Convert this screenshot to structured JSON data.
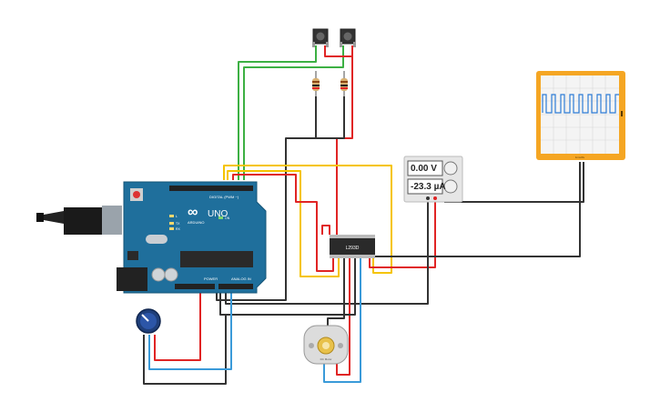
{
  "arduino": {
    "logo": "∞",
    "brand": "ARDUINO",
    "model": "UNO",
    "digital_label": "DIGITAL (PWM ~)",
    "power_label": "POWER",
    "analog_label": "ANALOG IN",
    "tx": "TX",
    "rx": "RX",
    "on": "ON",
    "l": "L"
  },
  "driver_ic": {
    "label": "L293D"
  },
  "power_supply": {
    "voltage": "0.00 V",
    "current": "-23.3 µA"
  },
  "oscilloscope": {
    "footer": "1ms/div"
  },
  "motor": {
    "label": "DC Motor"
  },
  "colors": {
    "arduino_board": "#1f6f9c",
    "wire_red": "#e02424",
    "wire_black": "#333333",
    "wire_green": "#3cb043",
    "wire_yellow": "#f5c400",
    "wire_blue": "#3a9ad9",
    "scope_frame": "#f5a623",
    "scope_trace": "#2e7cd6"
  }
}
